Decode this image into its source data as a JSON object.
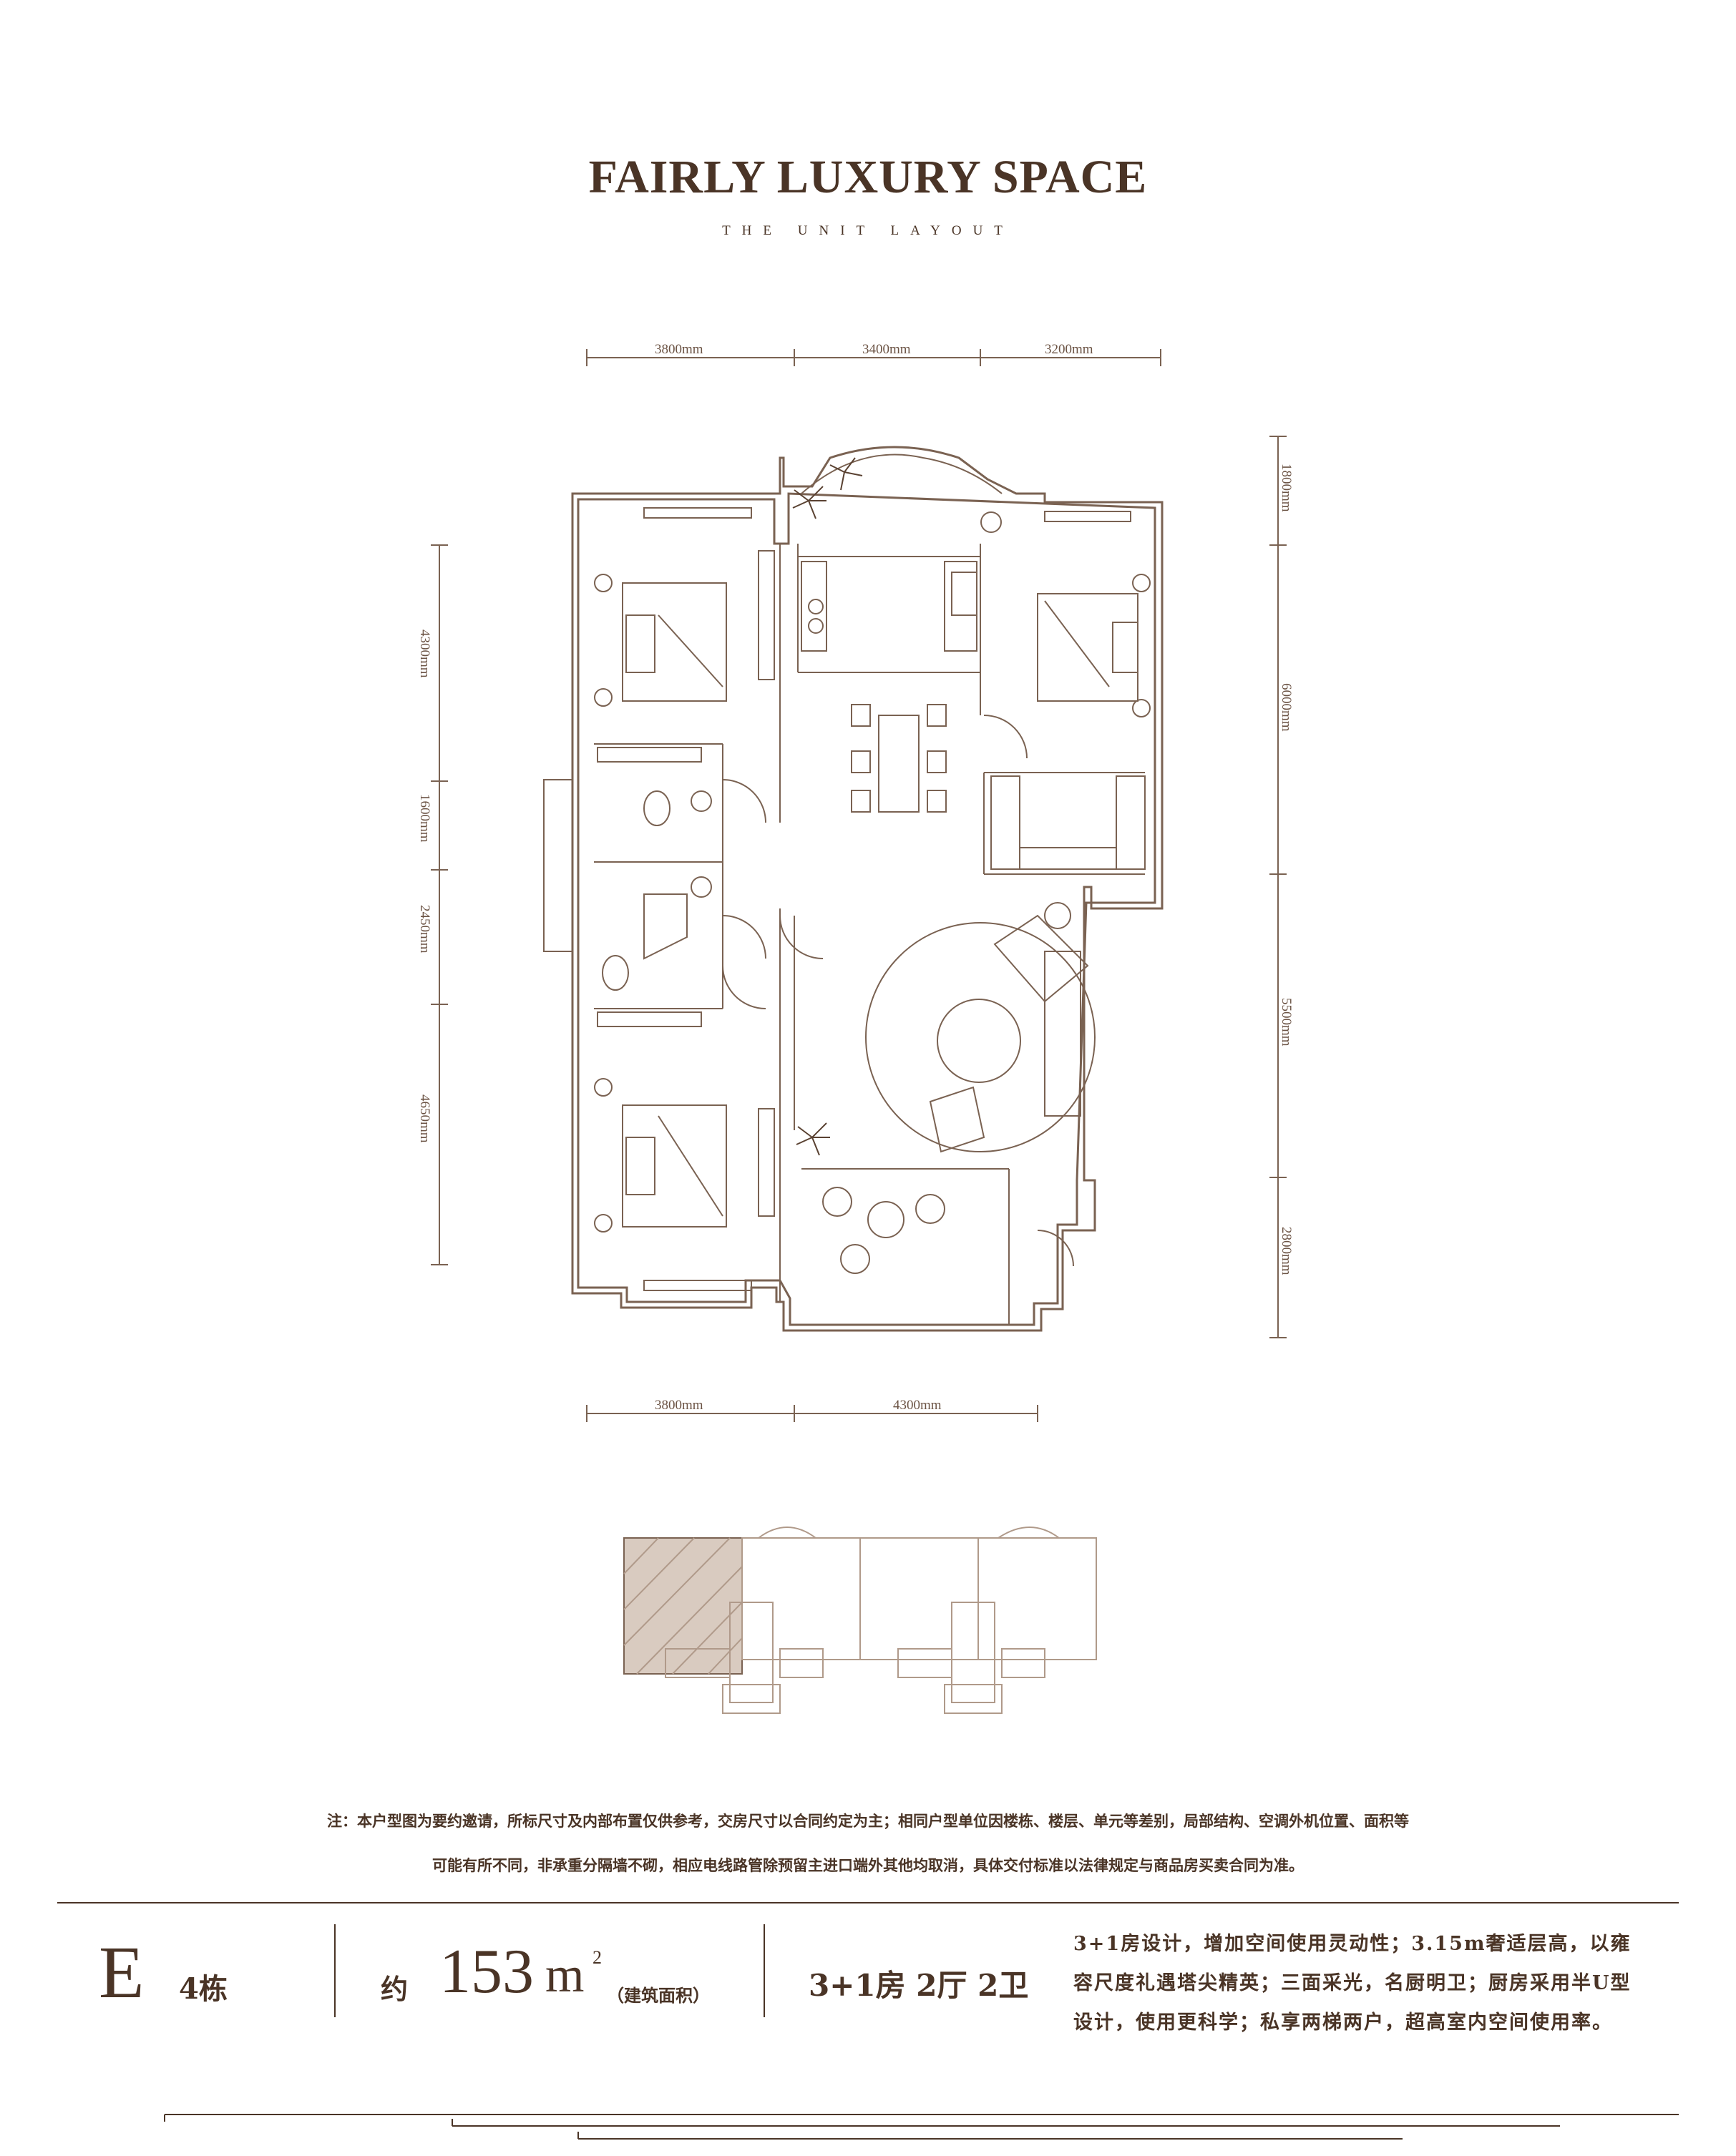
{
  "header": {
    "title": "FAIRLY LUXURY SPACE",
    "subtitle": "THE UNIT LAYOUT"
  },
  "dimensions": {
    "top": [
      "3800mm",
      "3400mm",
      "3200mm"
    ],
    "bottom": [
      "3800mm",
      "4300mm"
    ],
    "left": [
      "4300mm",
      "1600mm",
      "2450mm",
      "4650mm"
    ],
    "right": [
      "1800mm",
      "6000mm",
      "5500mm",
      "2800mm"
    ]
  },
  "notes": {
    "line1": "注：本户型图为要约邀请，所标尺寸及内部布置仅供参考，交房尺寸以合同约定为主；相同户型单位因楼栋、楼层、单元等差别，局部结构、空调外机位置、面积等",
    "line2": "可能有所不同，非承重分隔墙不砌，相应电线路管除预留主进口端外其他均取消，具体交付标准以法律规定与商品房买卖合同为准。"
  },
  "unit": {
    "letter": "E",
    "building": "4栋",
    "area_prefix": "约",
    "area_value": "153",
    "area_unit": "m",
    "area_sup": "2",
    "area_note": "（建筑面积）",
    "rooms": "3+1房 2厅 2卫",
    "description": [
      "3+1房设计，增加空间使用灵动性；3.15m奢适层高，以雍",
      "容尺度礼遇塔尖精英；三面采光，名厨明卫；厨房采用半U型",
      "设计，使用更科学；私享两梯两户，超高室内空间使用率。"
    ]
  },
  "colors": {
    "line": "#7a6252",
    "text": "#4a3426",
    "hatch": "#b09a8a"
  }
}
